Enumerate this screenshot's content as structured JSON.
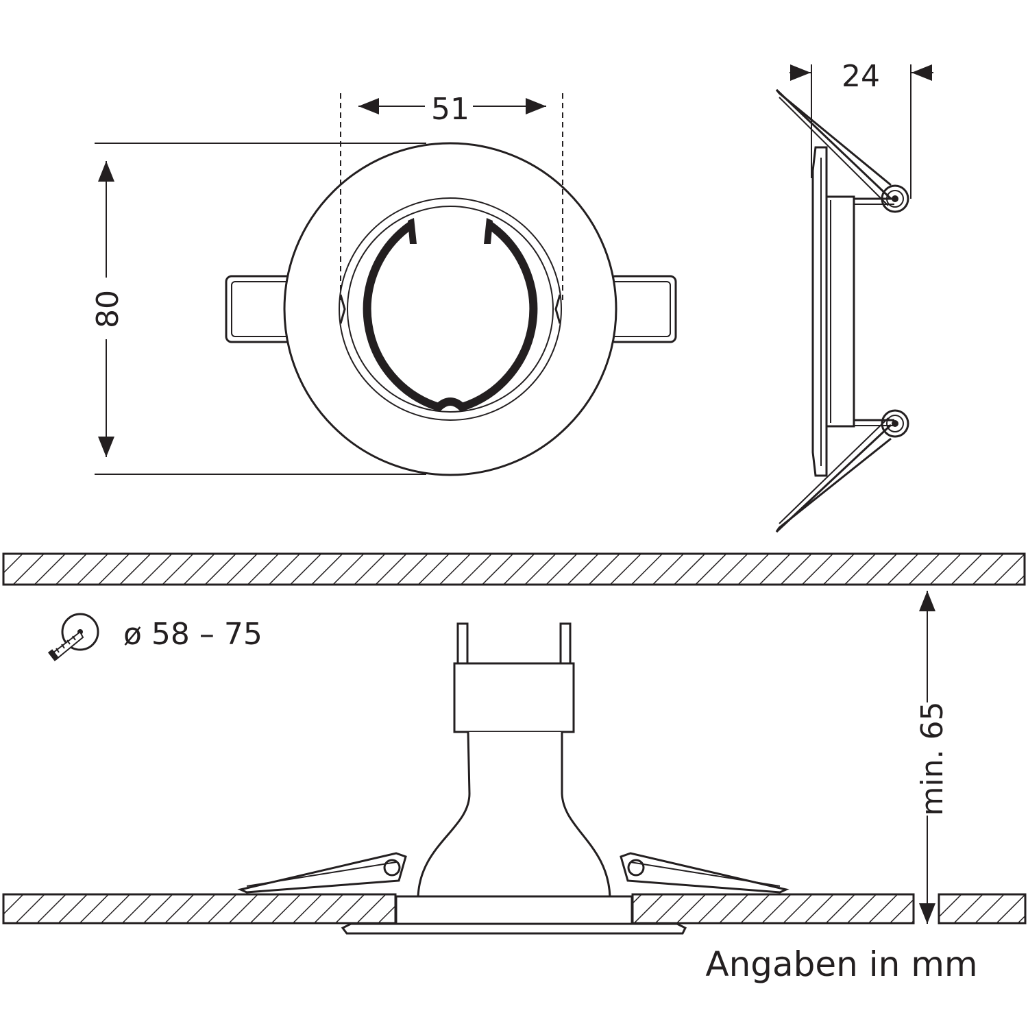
{
  "dimensions": {
    "inner_diameter": "51",
    "height": "80",
    "depth": "24",
    "cutout": "ø 58 – 75",
    "min_installation_depth": "min. 65"
  },
  "footer": {
    "units_note": "Angaben in mm"
  },
  "icons": {
    "cutout_tool": "hole-saw-icon"
  },
  "colors": {
    "line": "#231f20",
    "background": "#ffffff"
  }
}
